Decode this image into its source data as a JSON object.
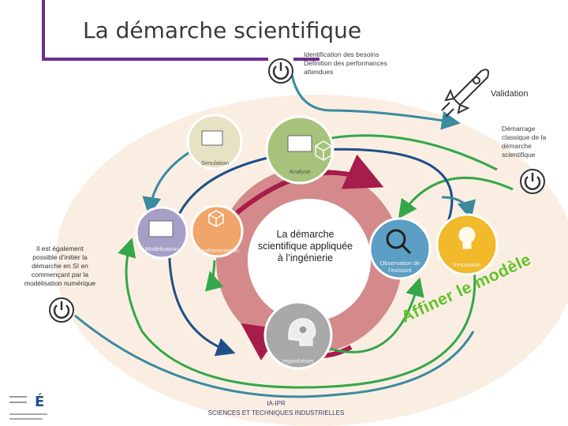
{
  "title": "La démarche scientifique",
  "top_note": "Identification des besoins Définition des performances attendues",
  "validation": "Validation",
  "right_note": "Démarrage classique de la démarche scientifique",
  "left_note": "Il est également possible d’initier la démarche en SI en commençant par la modélisation numérique",
  "center": "La démarche scientifique appliquée à l’ingénierie",
  "nodes": {
    "simulation": "Simulation",
    "analyse": "Analyse",
    "modelisation": "Modélisation",
    "experimentation": "Expérimentation",
    "observation": "Observation de l’existant",
    "innovation": "Innovation",
    "hypotheses": "Hypothèses"
  },
  "affiner": "Affiner le modèle",
  "footer": {
    "line1": "IA-IPR",
    "line2": "SCIENCES ET TECHNIQUES INDUSTRIELLES"
  },
  "colors": {
    "ring": "#d48a8a",
    "ring_inner_arrow": "#a61c4a",
    "outer_blue": "#3a8aa0",
    "outer_green": "#36a64a",
    "outer_navy": "#1f4f8a",
    "purple_frame": "#6b2f8f",
    "simulation": "#e8e2c4",
    "analyse": "#a7c27a",
    "modelisation": "#a6a0c8",
    "experimentation": "#f0a56a",
    "observation": "#5d9ec4",
    "innovation": "#f2b92a",
    "hypotheses": "#a9a9a9"
  },
  "icons": [
    "power-icon",
    "rocket-icon",
    "computer-icon",
    "cube-icon",
    "magnifier-icon",
    "lightbulb-icon",
    "head-gear-icon"
  ]
}
